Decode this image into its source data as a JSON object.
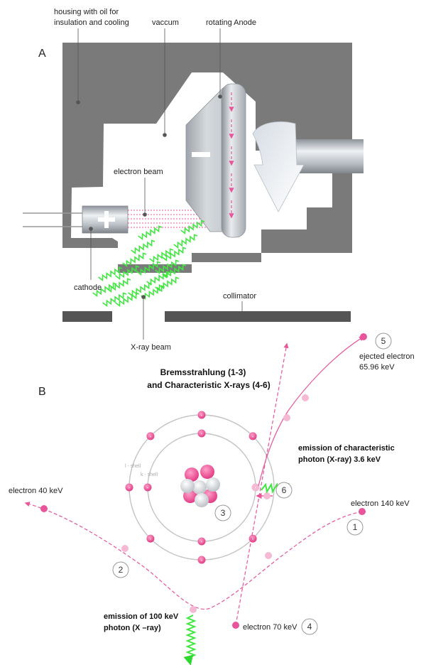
{
  "panel_a": {
    "letter": "A",
    "labels": {
      "housing_line1": "housing with oil for",
      "housing_line2": "insulation and cooling",
      "vaccum": "vaccum",
      "rotating_anode": "rotating Anode",
      "electron_beam": "electron beam",
      "cathode": "cathode",
      "xray_beam": "X-ray beam",
      "collimator": "collimator"
    }
  },
  "panel_b": {
    "letter": "B",
    "title_line1": "Bremsstrahlung (1-3)",
    "title_line2": "and Characteristic X-rays  (4-6)",
    "shell_l": "l - shell",
    "shell_k": "k - shell",
    "electron_minus": "-",
    "electron_40": "electron 40 keV",
    "electron_140": "electron 140 keV",
    "electron_70": "electron 70 keV",
    "ejected_line1": "ejected electron",
    "ejected_line2": "65.96 keV",
    "char_line1": "emission of characteristic",
    "char_line2": "photon (X-ray) 3.6 keV",
    "brems_line1": "emission of 100 keV",
    "brems_line2": "photon (X –ray)",
    "markers": [
      "1",
      "2",
      "3",
      "4",
      "5",
      "6"
    ]
  },
  "colors": {
    "housing": "#7a7a7a",
    "collimator": "#555555",
    "electron_pink": "#e8559a",
    "photon_green": "#3ee83e",
    "metal_light": "#e6e9ec",
    "metal_dark": "#8f959b"
  }
}
